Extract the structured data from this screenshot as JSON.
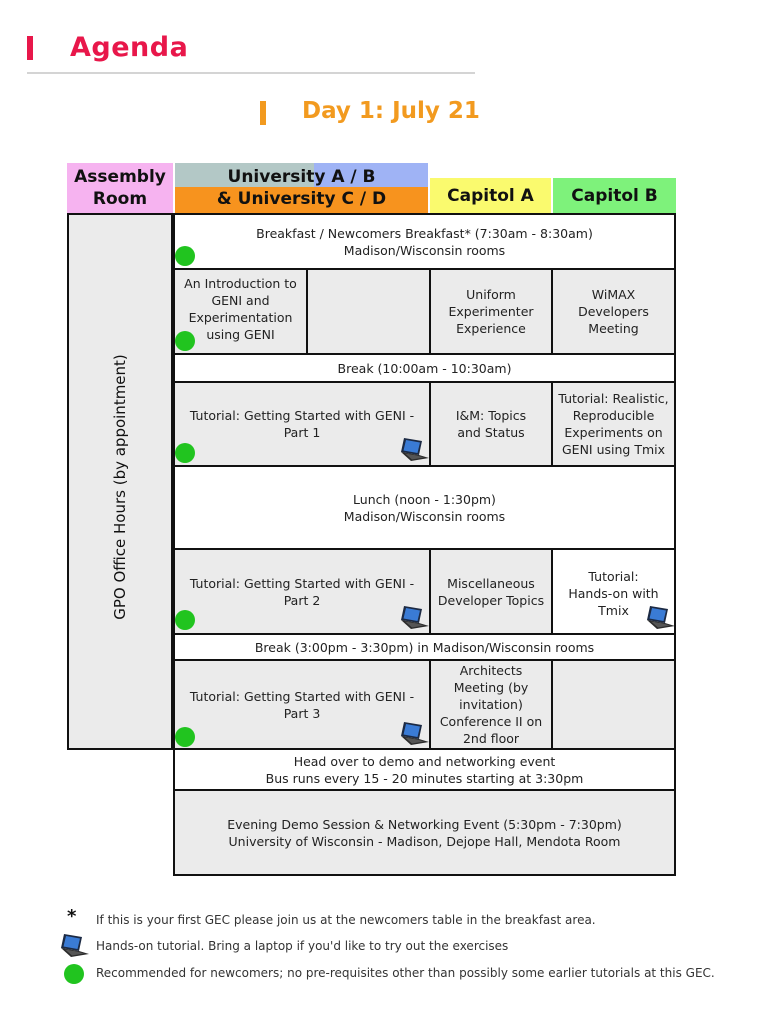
{
  "header": {
    "title": "Agenda",
    "day": "Day 1: July 21"
  },
  "rooms": {
    "assembly_line1": "Assembly",
    "assembly_line2": "Room",
    "univ_line1": "University A / B",
    "univ_line2": "& University C / D",
    "capitol_a": "Capitol A",
    "capitol_b": "Capitol B"
  },
  "office_hours": "GPO Office Hours (by appointment)",
  "sessions": {
    "breakfast_1": "Breakfast / Newcomers Breakfast* (7:30am - 8:30am)",
    "breakfast_2": "Madison/Wisconsin rooms",
    "intro_geni": "An Introduction to GENI and Experimentation using GENI",
    "uniform_exp": "Uniform Experimenter Experience",
    "wimax": "WiMAX Developers Meeting",
    "break1": "Break (10:00am - 10:30am)",
    "tutorial_p1_1": "Tutorial: Getting Started with GENI -",
    "tutorial_p1_2": "Part 1",
    "im_topics": "I&M: Topics and Status",
    "tmix_realistic": "Tutorial: Realistic, Reproducible Experiments on GENI using Tmix",
    "lunch_1": "Lunch (noon - 1:30pm)",
    "lunch_2": "Madison/Wisconsin rooms",
    "tutorial_p2_1": "Tutorial: Getting Started with GENI -",
    "tutorial_p2_2": "Part 2",
    "misc_dev": "Miscellaneous Developer Topics",
    "tmix_handson": "Tutorial: Hands-on with Tmix",
    "break2": "Break (3:00pm - 3:30pm) in Madison/Wisconsin rooms",
    "tutorial_p3_1": "Tutorial: Getting Started with GENI -",
    "tutorial_p3_2": "Part 3",
    "architects": "Architects Meeting (by invitation) Conference II on 2nd floor",
    "demo_head_1": "Head over to demo and networking event",
    "demo_head_2": "Bus runs every 15 - 20 minutes starting at 3:30pm",
    "evening_1": "Evening Demo Session & Networking Event (5:30pm - 7:30pm)",
    "evening_2": "University of Wisconsin - Madison, Dejope Hall, Mendota Room"
  },
  "legend": {
    "star_symbol": "*",
    "star_text": "If this is your first GEC please join us at the newcomers table in the breakfast area.",
    "laptop_text": "Hands-on tutorial.  Bring a laptop if you'd like to try out the exercises",
    "dot_text": "Recommended for newcomers; no pre-requisites other than possibly some earlier tutorials at this GEC."
  },
  "colors": {
    "title_red": "#e8174a",
    "day_orange": "#f29a1f",
    "assembly_pink": "#f6b3f0",
    "univ_ab_gray": "#b3c8c6",
    "univ_ab_blue": "#9fb3f5",
    "univ_cd_orange": "#f7931e",
    "capitol_a_yellow": "#fafa6e",
    "capitol_b_green": "#7ef27b",
    "newcomer_green": "#21c41f",
    "cell_gray": "#ebebeb"
  },
  "icons": {
    "laptop": "laptop-icon",
    "newcomer": "green-dot-icon"
  }
}
